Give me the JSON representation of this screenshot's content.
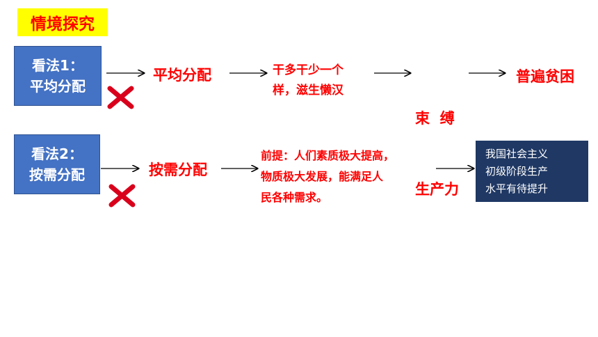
{
  "section": {
    "title": "情境探究"
  },
  "view1": {
    "label_line1": "看法1：",
    "label_line2": "平均分配",
    "step1": "平均分配",
    "step2_line1": "干多干少一个",
    "step2_line2": "样，滋生懒汉",
    "step3_line1": "束  缚",
    "step3_line2": "生产力",
    "step4": "普遍贫困"
  },
  "view2": {
    "label_line1": "看法2：",
    "label_line2": "按需分配",
    "step1": "按需分配",
    "premise_line1": "前提：人们素质极大提高，",
    "premise_line2": "物质极大发展，能满足人",
    "premise_line3": "民各种需求。",
    "conclusion_line1": "我国社会主义",
    "conclusion_line2": "初级阶段生产",
    "conclusion_line3": "水平有待提升"
  },
  "colors": {
    "accent_red": "#ff0000",
    "box_blue": "#4472c4",
    "box_navy": "#1f3864",
    "title_bg": "#ffff00"
  },
  "icons": [
    "reject-x-icon",
    "arrow-right-icon"
  ]
}
